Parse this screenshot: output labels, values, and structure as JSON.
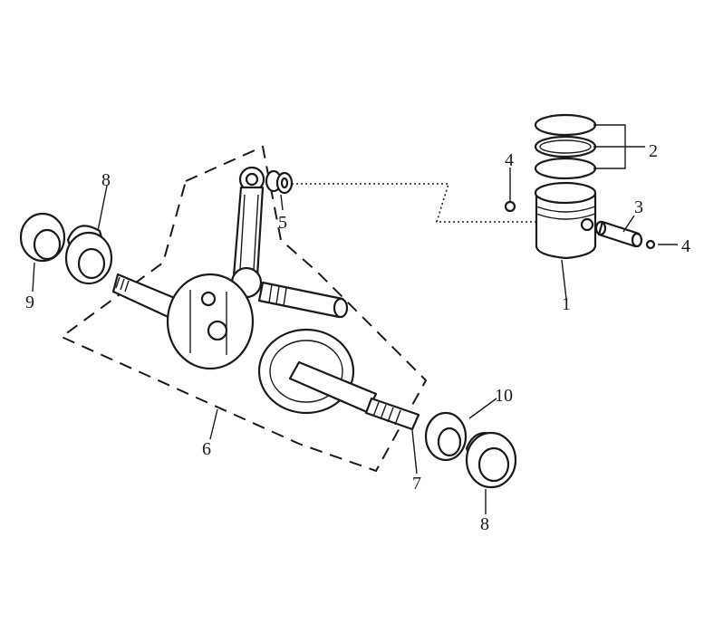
{
  "diagram": {
    "callouts": [
      {
        "id": "c1",
        "text": "1"
      },
      {
        "id": "c2",
        "text": "2"
      },
      {
        "id": "c3",
        "text": "3"
      },
      {
        "id": "c4a",
        "text": "4"
      },
      {
        "id": "c4b",
        "text": "4"
      },
      {
        "id": "c5",
        "text": "5"
      },
      {
        "id": "c6",
        "text": "6"
      },
      {
        "id": "c7",
        "text": "7"
      },
      {
        "id": "c8a",
        "text": "8"
      },
      {
        "id": "c8b",
        "text": "8"
      },
      {
        "id": "c9",
        "text": "9"
      },
      {
        "id": "c10",
        "text": "10"
      }
    ]
  }
}
